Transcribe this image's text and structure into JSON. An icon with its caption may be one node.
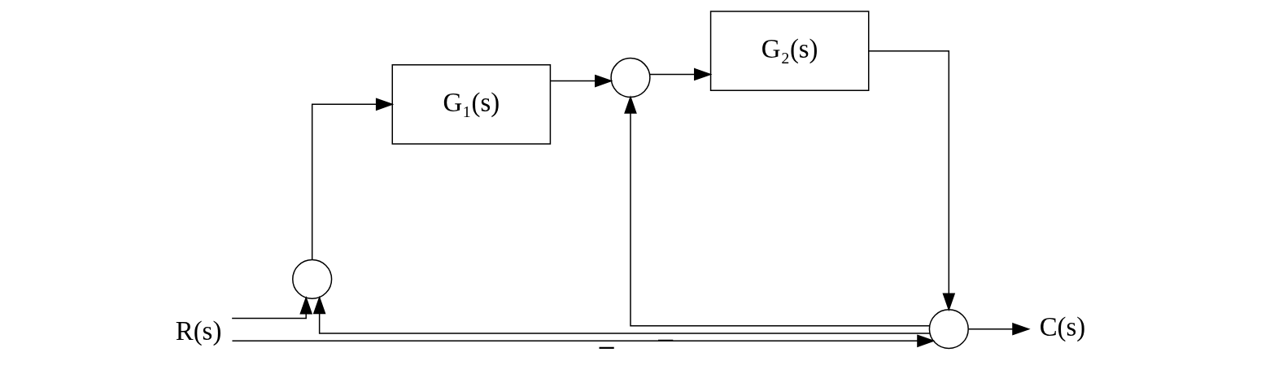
{
  "diagram": {
    "nodes": [
      {
        "text": [
          "R(s)"
        ]
      },
      {
        "text": [],
        "shape": "circle"
      },
      {
        "text": [
          "G₁(s)"
        ]
      },
      {
        "text": [],
        "shape": "circle"
      },
      {
        "text": [
          "G₂(s)"
        ]
      },
      {
        "text": [],
        "shape": "circle"
      },
      {
        "text": [
          "C(s)"
        ]
      }
    ],
    "edges": [
      {
        "from": 0,
        "to": 1,
        "arrow": "to"
      },
      {
        "from": 0,
        "to": 5,
        "arrow": "to"
      },
      {
        "from": 1,
        "to": 2,
        "arrow": "to"
      },
      {
        "from": 2,
        "to": 3,
        "arrow": "to"
      },
      {
        "from": 3,
        "to": 4,
        "arrow": "to"
      },
      {
        "from": 4,
        "to": 5,
        "arrow": "to"
      },
      {
        "from": 5,
        "to": 6,
        "arrow": "to"
      },
      {
        "from": 5,
        "to": 1,
        "arrow": "to",
        "label": "–"
      },
      {
        "from": 5,
        "to": 3,
        "arrow": "to",
        "label": "–"
      }
    ]
  }
}
